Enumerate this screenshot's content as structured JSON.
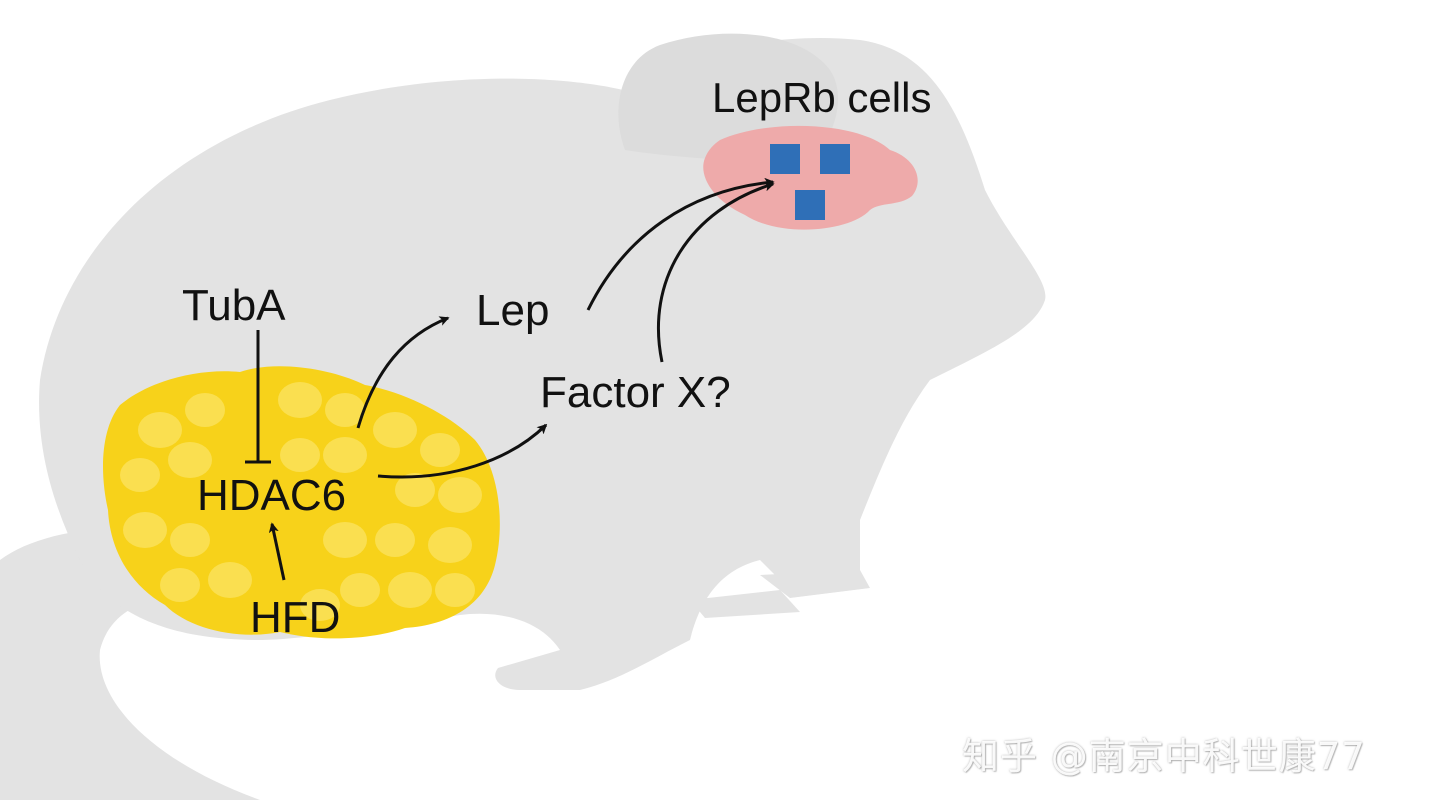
{
  "labels": {
    "tuba": "TubA",
    "hdac6": "HDAC6",
    "hfd": "HFD",
    "lep": "Lep",
    "factor_x": "Factor X?",
    "leprb_cells": "LepRb cells"
  },
  "watermark": "知乎 @南京中科世康77",
  "colors": {
    "mouse_body": "#e3e3e3",
    "fat_tissue": "#f7d21a",
    "fat_cells": "#fbe25a",
    "brain": "#eeaaaa",
    "leprb_cell": "#2f6fb7",
    "arrow": "#111111",
    "text": "#111111"
  }
}
